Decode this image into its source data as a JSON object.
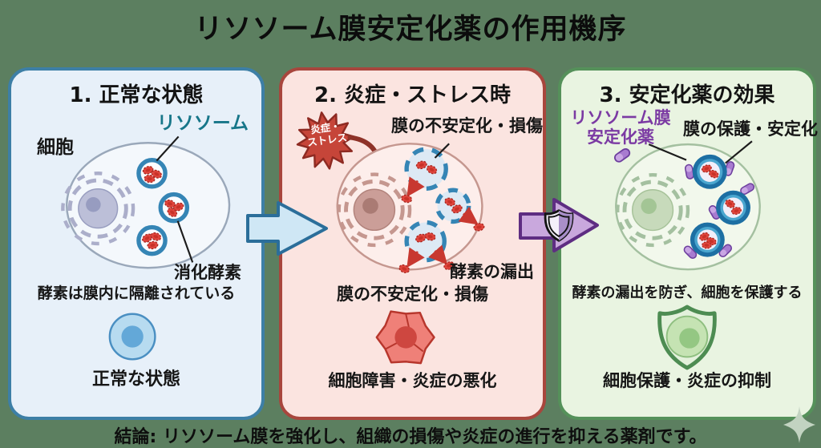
{
  "title": "リソソーム膜安定化薬の作用機序",
  "conclusion": "結論: リソソーム膜を強化し、組織の損傷や炎症の進行を抑える薬剤です。",
  "colors": {
    "background_green": "#5c7f60",
    "panel1_bg": "#e7f0f9",
    "panel1_border": "#3d7fa6",
    "panel2_bg": "#fbe4e0",
    "panel2_border": "#a8463d",
    "panel3_bg": "#e9f4e1",
    "panel3_border": "#55915a",
    "lysosome_label_teal": "#177689",
    "drug_label_purple": "#7b3aa3",
    "membrane_blue": "#3585b5",
    "enzyme_red": "#dd423a",
    "stress_red": "#c64539",
    "arrow1_fill": "#cfe7f5",
    "arrow2_fill": "#c9a8dd",
    "shield_green": "#4d8c52"
  },
  "icons": {
    "arrow1": "right-arrow-icon",
    "arrow2": "shield-arrow-icon",
    "sparkle": "sparkle-icon"
  },
  "panel1": {
    "heading": "1. 正常な状態",
    "cell_label": "細胞",
    "lysosome_label": "リソソーム",
    "enzyme_label": "消化酵素",
    "description": "酵素は膜内に隔離されている",
    "status": "正常な状態"
  },
  "panel2": {
    "heading": "2. 炎症・ストレス時",
    "stress_badge": {
      "line1": "炎症・",
      "line2": "ストレス"
    },
    "membrane_damage_label": "膜の不安定化・損傷",
    "enzyme_leak_label": "酵素の漏出",
    "membrane_damage_caption": "膜の不安定化・損傷",
    "status": "細胞障害・炎症の悪化"
  },
  "panel3": {
    "heading": "3. 安定化薬の効果",
    "drug_label": {
      "line1": "リソソーム膜",
      "line2": "安定化薬"
    },
    "protection_label": "膜の保護・安定化",
    "description": "酵素の漏出を防ぎ、細胞を保護する",
    "status": "細胞保護・炎症の抑制"
  }
}
